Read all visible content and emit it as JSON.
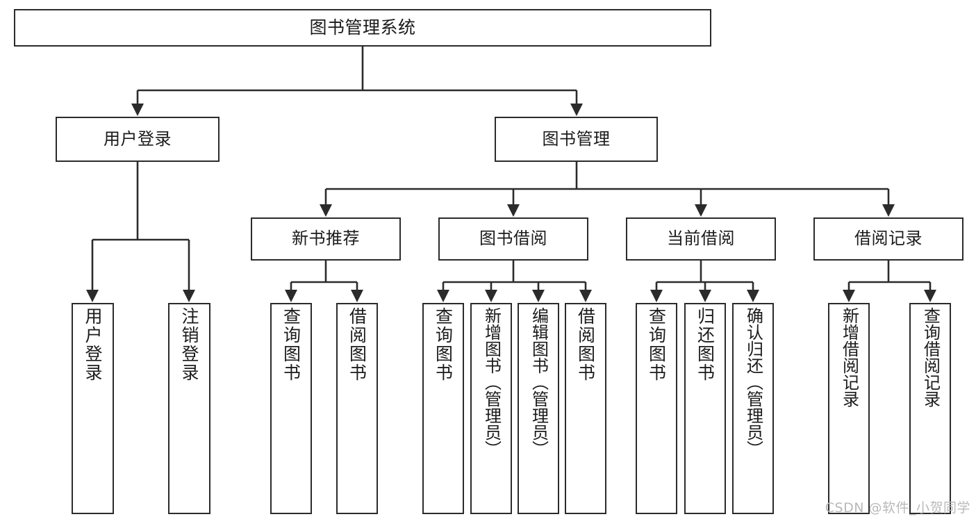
{
  "diagram": {
    "type": "tree-hierarchy-chart",
    "title": "图书管理系统",
    "watermark": "CSDN @软件_小贺同学",
    "colors": {
      "box_border": "#2b2b2b",
      "box_fill": "#ffffff",
      "connector": "#2b2b2b",
      "text": "#1b1b1b",
      "watermark": "#b9b9b9",
      "background": "#ffffff"
    },
    "nodes": {
      "root": {
        "label": "图书管理系统"
      },
      "level2": [
        {
          "label": "用户登录"
        },
        {
          "label": "图书管理"
        }
      ],
      "level3": [
        {
          "label": "新书推荐"
        },
        {
          "label": "图书借阅"
        },
        {
          "label": "当前借阅"
        },
        {
          "label": "借阅记录"
        }
      ],
      "leaves": {
        "user_login": [
          {
            "label": "用户登录"
          },
          {
            "label": "注销登录"
          }
        ],
        "new_book_recommend": [
          {
            "label": "查询图书"
          },
          {
            "label": "借阅图书"
          }
        ],
        "book_borrow": [
          {
            "label": "查询图书"
          },
          {
            "label": "新增图书（管理员）"
          },
          {
            "label": "编辑图书（管理员）"
          },
          {
            "label": "借阅图书"
          }
        ],
        "current_borrow": [
          {
            "label": "查询图书"
          },
          {
            "label": "归还图书"
          },
          {
            "label": "确认归还（管理员）"
          }
        ],
        "borrow_record": [
          {
            "label": "新增借阅记录"
          },
          {
            "label": "查询借阅记录"
          }
        ]
      }
    }
  }
}
